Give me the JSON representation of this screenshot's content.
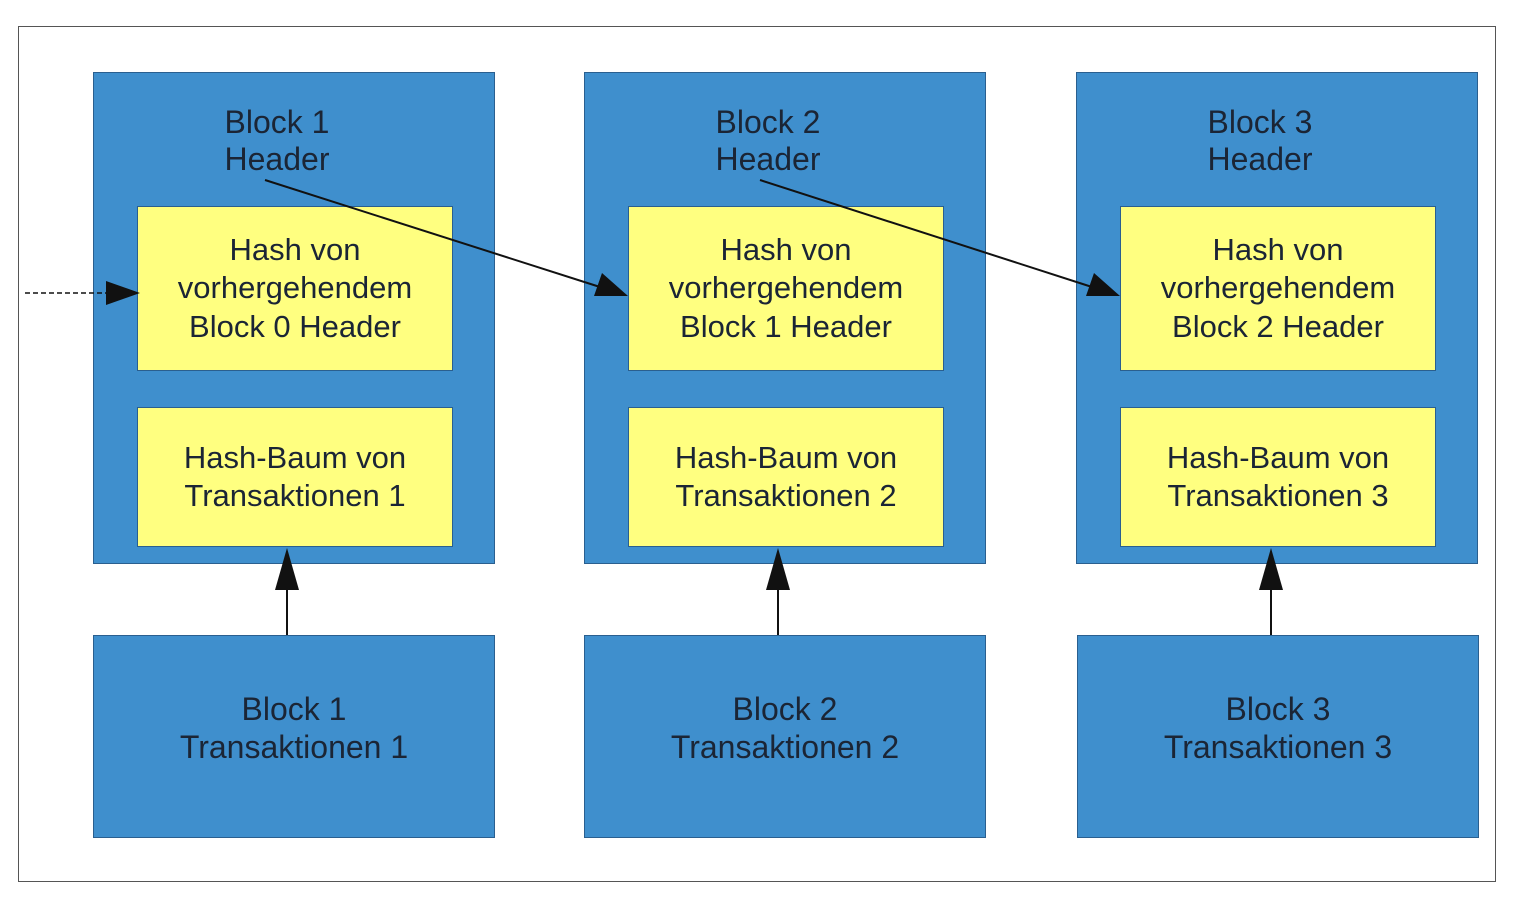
{
  "blocks": [
    {
      "header": {
        "line1": "Block 1",
        "line2": "Header"
      },
      "prev_hash": {
        "line1": "Hash von",
        "line2": "vorhergehendem",
        "line3": "Block 0 Header"
      },
      "merkle": {
        "line1": "Hash-Baum von",
        "line2": "Transaktionen 1"
      },
      "transactions": {
        "line1": "Block 1",
        "line2": "Transaktionen 1"
      }
    },
    {
      "header": {
        "line1": "Block 2",
        "line2": "Header"
      },
      "prev_hash": {
        "line1": "Hash von",
        "line2": "vorhergehendem",
        "line3": "Block 1 Header"
      },
      "merkle": {
        "line1": "Hash-Baum von",
        "line2": "Transaktionen 2"
      },
      "transactions": {
        "line1": "Block 2",
        "line2": "Transaktionen 2"
      }
    },
    {
      "header": {
        "line1": "Block 3",
        "line2": "Header"
      },
      "prev_hash": {
        "line1": "Hash von",
        "line2": "vorhergehendem",
        "line3": "Block 2 Header"
      },
      "merkle": {
        "line1": "Hash-Baum von",
        "line2": "Transaktionen 3"
      },
      "transactions": {
        "line1": "Block 3",
        "line2": "Transaktionen 3"
      }
    }
  ],
  "colors": {
    "block_fill": "#3f8fcd",
    "hash_box_fill": "#ffff80",
    "text": "#1b2535",
    "arrow": "#111111"
  }
}
